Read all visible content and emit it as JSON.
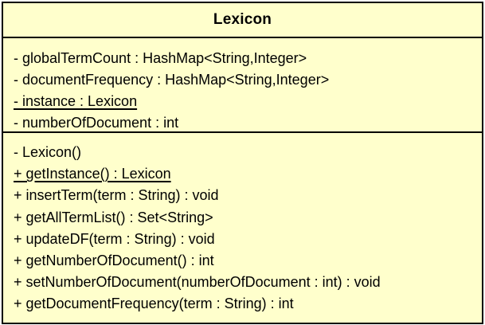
{
  "uml_class": {
    "name": "Lexicon",
    "attributes": [
      {
        "text": "- globalTermCount : HashMap<String,Integer>",
        "static": false
      },
      {
        "text": "- documentFrequency : HashMap<String,Integer>",
        "static": false
      },
      {
        "text": "- instance : Lexicon",
        "static": true
      },
      {
        "text": "- numberOfDocument : int",
        "static": false
      }
    ],
    "operations": [
      {
        "text": "- Lexicon()",
        "static": false
      },
      {
        "text": "+ getInstance() : Lexicon",
        "static": true
      },
      {
        "text": "+ insertTerm(term : String) : void",
        "static": false
      },
      {
        "text": "+ getAllTermList() : Set<String>",
        "static": false
      },
      {
        "text": "+ updateDF(term : String) : void",
        "static": false
      },
      {
        "text": "+ getNumberOfDocument() : int",
        "static": false
      },
      {
        "text": "+ setNumberOfDocument(numberOfDocument : int) : void",
        "static": false
      },
      {
        "text": "+ getDocumentFrequency(term : String) : int",
        "static": false
      }
    ]
  },
  "colors": {
    "fill": "#ffffcc",
    "border": "#000000",
    "text": "#000000"
  }
}
